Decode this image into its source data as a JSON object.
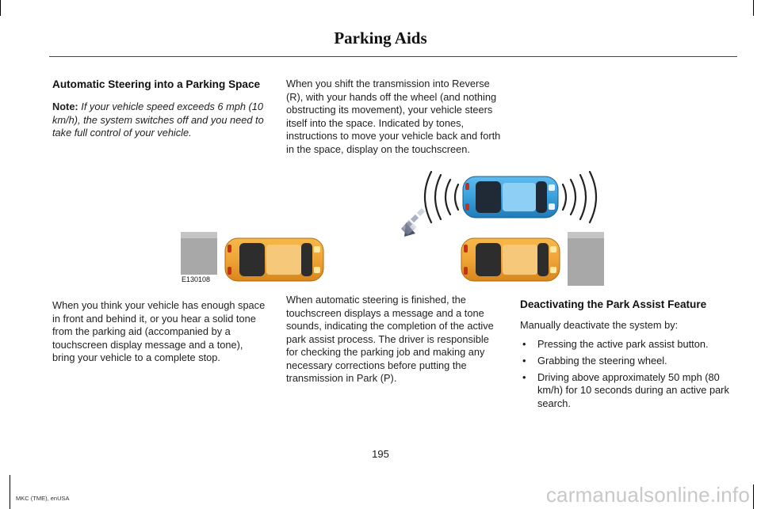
{
  "header": {
    "title": "Parking Aids"
  },
  "left_top": {
    "heading": "Automatic Steering into a Parking Space",
    "note_label": "Note:",
    "note_text": "If your vehicle speed exceeds 6 mph (10 km/h), the system switches off and you need to take full control of your vehicle."
  },
  "middle_top": {
    "paragraph": "When you shift the transmission into Reverse (R), with your hands off the wheel (and nothing obstructing its movement), your vehicle steers itself into the space. Indicated by tones, instructions to move your vehicle back and forth in the space, display on the touchscreen."
  },
  "figure": {
    "label": "E130108",
    "colors": {
      "parked_car": "#f0a436",
      "moving_car": "#3aa0dc",
      "curb": "#a8a8a8"
    }
  },
  "left_bottom": {
    "paragraph": "When you think your vehicle has enough space in front and behind it, or you hear a solid tone from the parking aid (accompanied by a touchscreen display message and a tone), bring your vehicle to a complete stop."
  },
  "middle_bottom": {
    "paragraph": "When automatic steering is finished, the touchscreen displays a message and a tone sounds, indicating the completion of the active park assist process. The driver is responsible for checking the parking job and making any necessary corrections before putting the transmission in Park (P)."
  },
  "right_bottom": {
    "heading": "Deactivating the Park Assist Feature",
    "intro": "Manually deactivate the system by:",
    "bullets": [
      "Pressing the active park assist button.",
      "Grabbing the steering wheel.",
      "Driving above approximately 50 mph (80 km/h) for 10 seconds during an active park search."
    ]
  },
  "page_number": "195",
  "footer": "MKC (TME), enUSA",
  "watermark": "carmanualsonline.info"
}
